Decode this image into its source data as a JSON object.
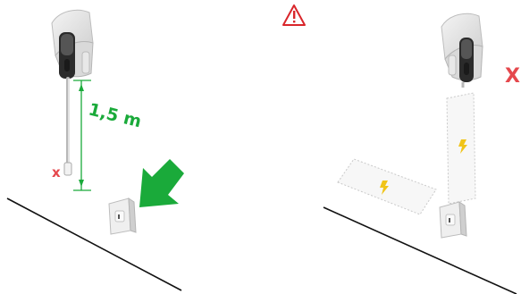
{
  "left_panel": {
    "measurement_label": "1,5 m",
    "cable_end_mark": "x",
    "colors": {
      "accent": "#1aaa3a",
      "mark": "#e5484d",
      "line": "#111111"
    }
  },
  "right_panel": {
    "warning_icon": "warning-triangle-icon",
    "no_mark": "X",
    "zone_icon": "lightning-bolt-icon",
    "colors": {
      "warning": "#d9262b",
      "zone_bolt": "#f0c419",
      "zone_fill": "#f7f7f7",
      "zone_border": "#c9c9c9"
    }
  },
  "devices": {
    "wall_charger_icon": "wall-charger-icon",
    "wall_socket_icon": "wall-socket-icon",
    "arrow_icon": "arrow-down-left-icon"
  }
}
